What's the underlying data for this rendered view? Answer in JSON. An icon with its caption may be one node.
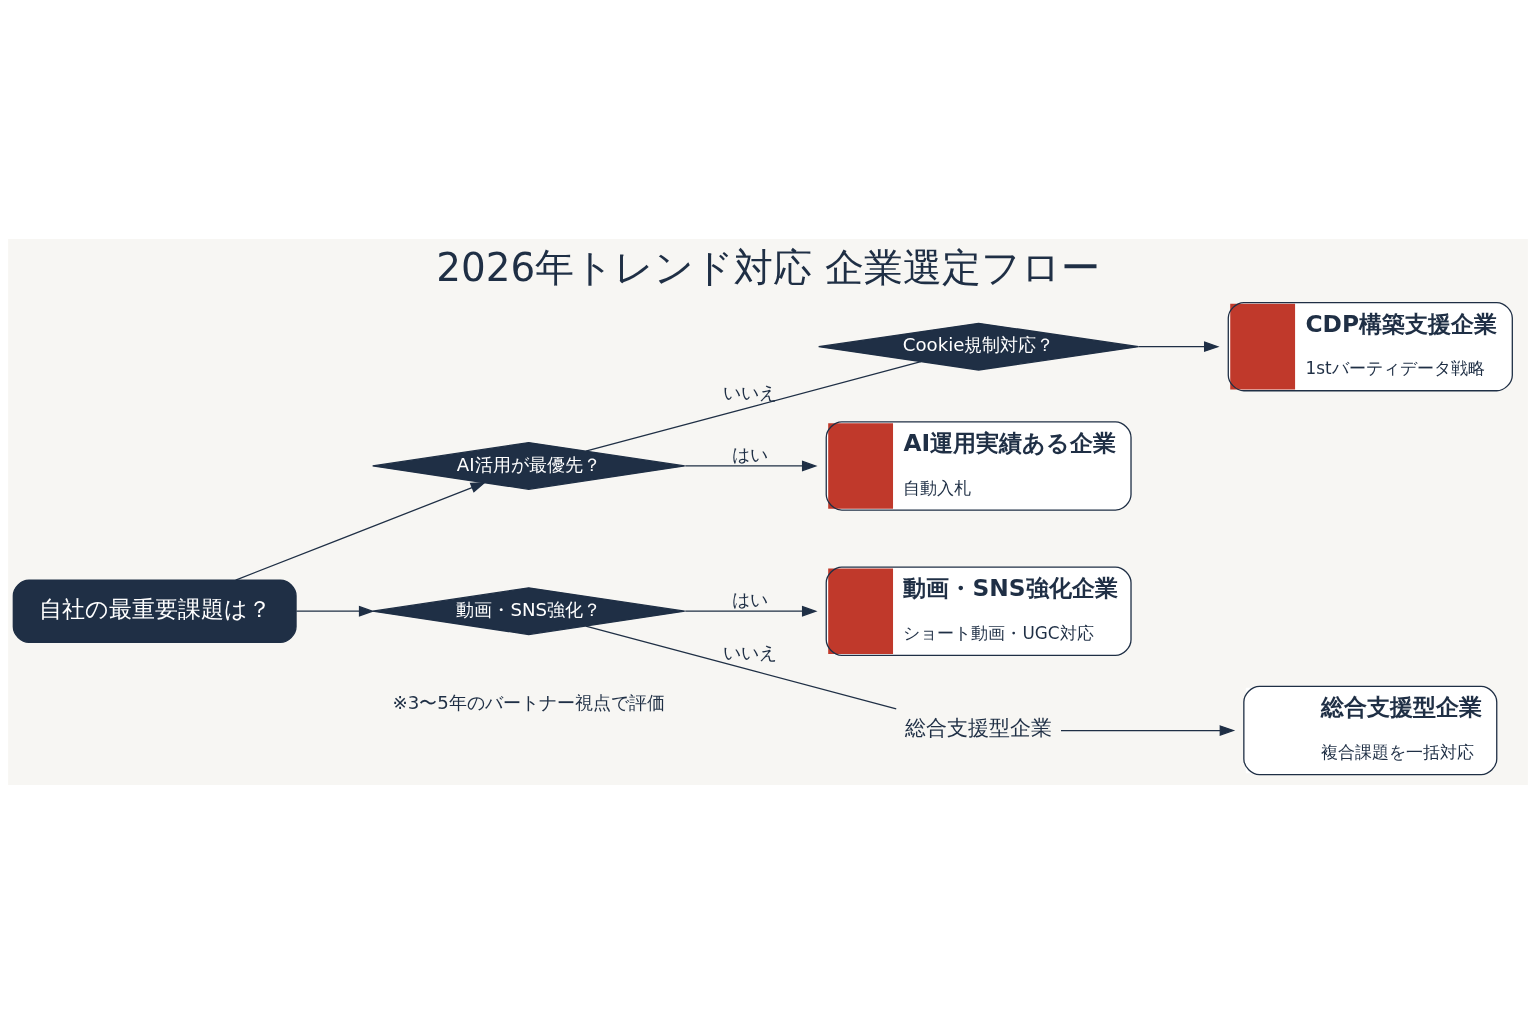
{
  "diagram": {
    "title": "2026年トレンド対応 企業選定フロー",
    "nodes": [
      {
        "text": [
          "自社の最重要課題は？"
        ]
      },
      {
        "text": [
          "AI活用が最優先？"
        ]
      },
      {
        "text": [
          "Cookie規制対応？"
        ]
      },
      {
        "text": [
          "動画・SNS強化？"
        ]
      },
      {
        "text": [
          "AI運用実績ある企業",
          "自動入札"
        ]
      },
      {
        "text": [
          "CDP構築支援企業",
          "1stバーティデータ戦略"
        ]
      },
      {
        "text": [
          "動画・SNS強化企業",
          "ショート動画・UGC対応"
        ]
      },
      {
        "text": [
          "総合支援型企業"
        ]
      },
      {
        "text": [
          "総合支援型企業",
          "複合課題を一括対応"
        ]
      }
    ],
    "edges": [
      {
        "from": 0,
        "to": 1,
        "arrow": "to"
      },
      {
        "from": 0,
        "to": 3,
        "arrow": "to"
      },
      {
        "from": 1,
        "to": 4,
        "arrow": "to",
        "label": "はい"
      },
      {
        "from": 1,
        "to": 2,
        "arrow": "none",
        "label": "いいえ"
      },
      {
        "from": 2,
        "to": 5,
        "arrow": "to"
      },
      {
        "from": 3,
        "to": 6,
        "arrow": "to",
        "label": "はい"
      },
      {
        "from": 3,
        "to": 7,
        "arrow": "none",
        "label": "いいえ"
      },
      {
        "from": 7,
        "to": 8,
        "arrow": "to"
      }
    ],
    "labels": [
      "※3〜5年のバートナー視点で評価"
    ]
  }
}
